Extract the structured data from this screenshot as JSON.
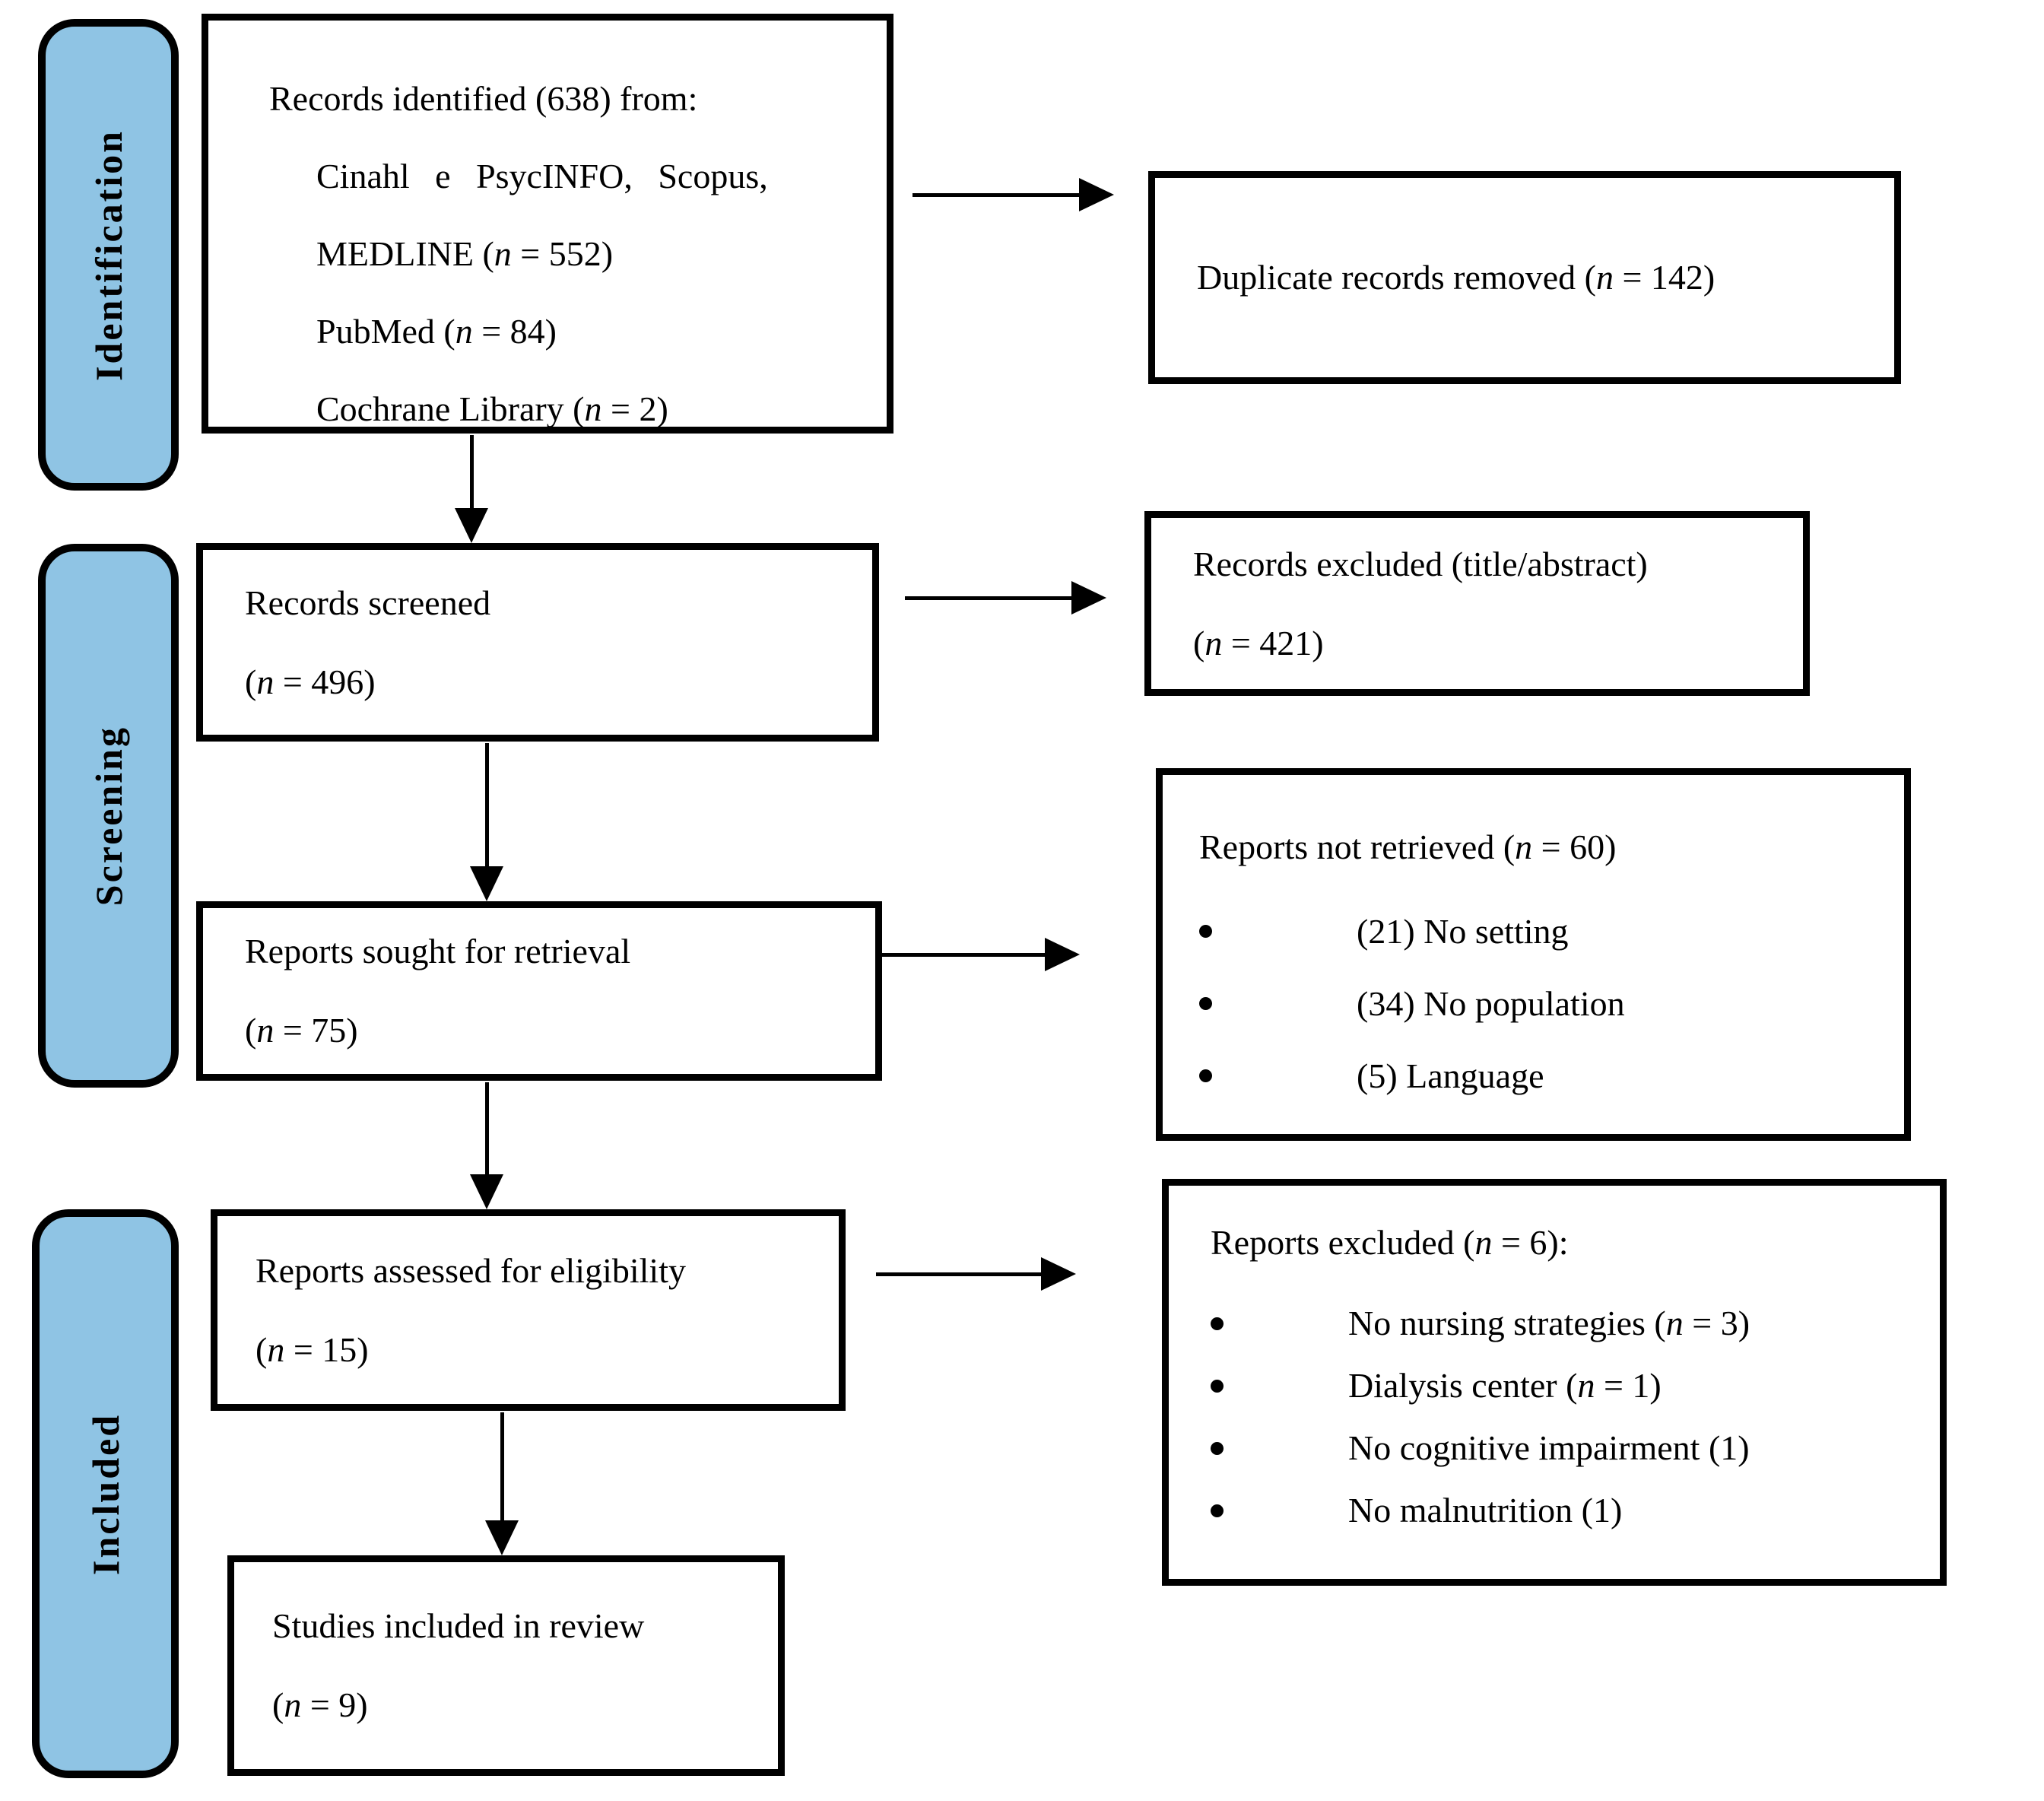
{
  "diagram": {
    "type": "prisma-flowchart",
    "colors": {
      "stage_fill": "#8FC4E4",
      "line": "#000000",
      "box_fill": "#FFFFFF"
    },
    "stages": [
      {
        "label": "Identification"
      },
      {
        "label": "Screening"
      },
      {
        "label": "Included"
      }
    ],
    "boxes": {
      "identified": {
        "title": "Records identified (638) from:",
        "sources": [
          "Cinahl e PsycINFO, Scopus,",
          "MEDLINE (n = 552)",
          "PubMed (n = 84)",
          "Cochrane Library (n = 2)"
        ]
      },
      "duplicates_removed": {
        "line1": "Duplicate records removed (n = 142)"
      },
      "screened": {
        "line1": "Records screened",
        "line2": "(n = 496)"
      },
      "excluded_title_abstract": {
        "line1": "Records excluded (title/abstract)",
        "line2": "(n = 421)"
      },
      "sought": {
        "line1": "Reports sought for retrieval",
        "line2": "(n = 75)"
      },
      "not_retrieved": {
        "title": "Reports not retrieved (n = 60)",
        "items": [
          "(21) No setting",
          "(34) No population",
          "(5) Language"
        ]
      },
      "assessed": {
        "line1": "Reports assessed for eligibility",
        "line2": "(n = 15)"
      },
      "excluded_full_text": {
        "title": "Reports excluded (n = 6):",
        "items": [
          "No nursing strategies (n = 3)",
          "Dialysis center (n = 1)",
          "No cognitive impairment (1)",
          "No malnutrition (1)"
        ]
      },
      "included_studies": {
        "line1": "Studies included in review",
        "line2": "(n = 9)"
      }
    }
  }
}
